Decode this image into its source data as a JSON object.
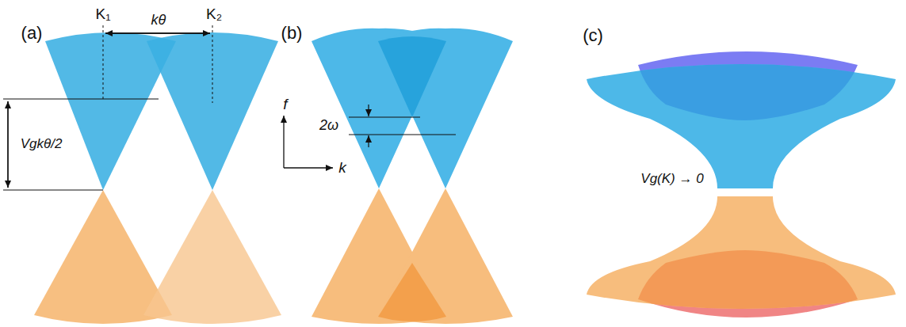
{
  "diagram": {
    "labels": [
      "(a)",
      "K₁",
      "kθ",
      "K₂",
      "Vgkθ/2",
      "(b)",
      "2ω",
      "f",
      "k",
      "(c)",
      "Vg(K) → 0"
    ]
  }
}
